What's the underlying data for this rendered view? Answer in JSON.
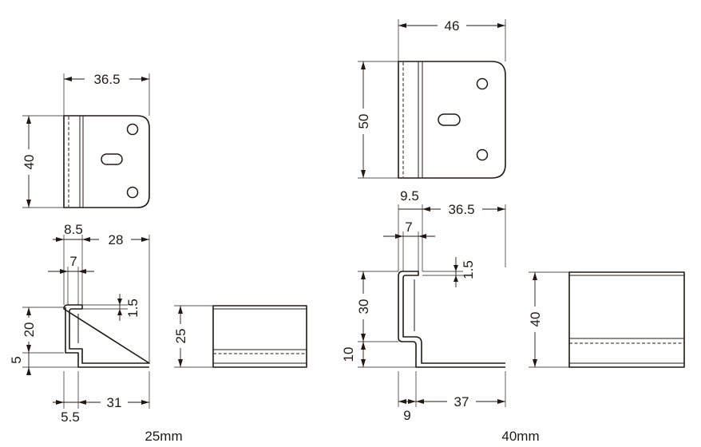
{
  "left_view": {
    "caption": "25mm",
    "dims": {
      "width_top": "36.5",
      "height": "40",
      "offset_a": "8.5",
      "span_a": "28",
      "inner_a": "7",
      "thickness": "1.5",
      "upright": "20",
      "foot": "5",
      "base_a": "5.5",
      "base_b": "31",
      "side_height": "25"
    }
  },
  "right_view": {
    "caption": "40mm",
    "dims": {
      "width_top": "46",
      "height": "50",
      "offset_a": "9.5",
      "span_a": "36.5",
      "inner_a": "7",
      "thickness": "1.5",
      "upright": "30",
      "foot": "10",
      "base_a": "9",
      "base_b": "37",
      "side_height": "40"
    }
  }
}
